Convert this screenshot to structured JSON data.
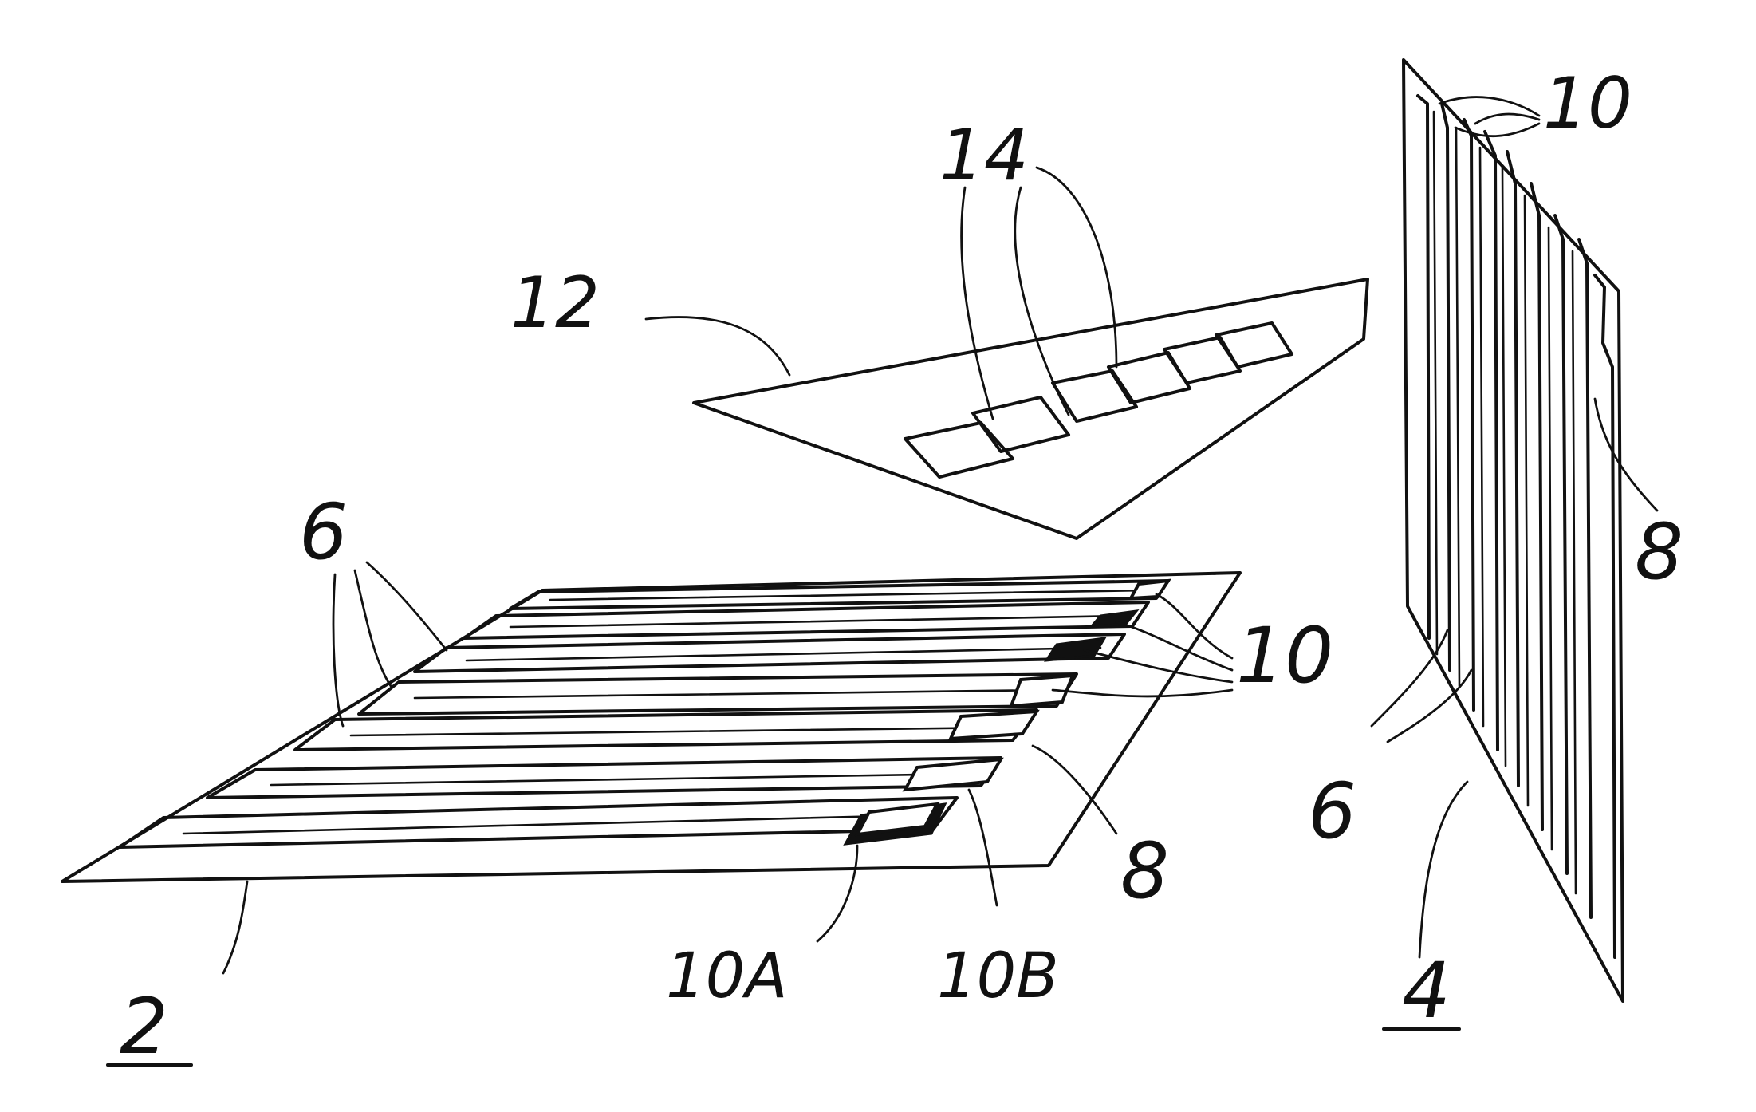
{
  "refs": {
    "substrate": "2",
    "sheet": "4",
    "conductor": "6",
    "edge": "8",
    "contact": "10",
    "contact_a": "10A",
    "contact_b": "10B",
    "mask": "12",
    "opening": "14"
  }
}
